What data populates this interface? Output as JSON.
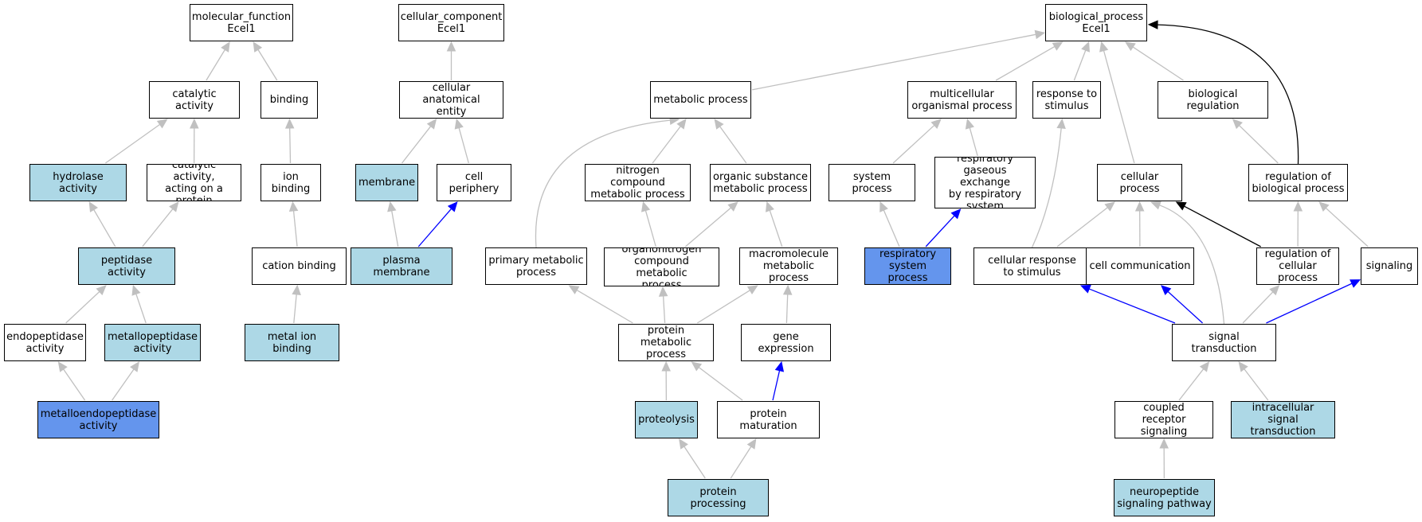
{
  "colors": {
    "node_default": "#ffffff",
    "node_light": "#add8e6",
    "node_dark": "#6495ed",
    "edge_gray": "#c0c0c0",
    "edge_blue": "#0000ff",
    "edge_black": "#000000"
  },
  "nodes": {
    "mf_root": {
      "label": "molecular_function\nEcel1",
      "fill": "white"
    },
    "catalytic": {
      "label": "catalytic activity",
      "fill": "white"
    },
    "binding": {
      "label": "binding",
      "fill": "white"
    },
    "hydrolase": {
      "label": "hydrolase activity",
      "fill": "light"
    },
    "cat_protein": {
      "label": "catalytic activity,\nacting on a\nprotein",
      "fill": "white"
    },
    "ion_binding": {
      "label": "ion binding",
      "fill": "white"
    },
    "peptidase": {
      "label": "peptidase activity",
      "fill": "light"
    },
    "cation_binding": {
      "label": "cation binding",
      "fill": "white"
    },
    "endopeptidase": {
      "label": "endopeptidase\nactivity",
      "fill": "white"
    },
    "metallopeptidase": {
      "label": "metallopeptidase\nactivity",
      "fill": "light"
    },
    "metal_ion": {
      "label": "metal ion binding",
      "fill": "light"
    },
    "metalloendo": {
      "label": "metalloendopeptidase\nactivity",
      "fill": "dark"
    },
    "cc_root": {
      "label": "cellular_component\nEcel1",
      "fill": "white"
    },
    "cae": {
      "label": "cellular anatomical\nentity",
      "fill": "white"
    },
    "membrane": {
      "label": "membrane",
      "fill": "light"
    },
    "periphery": {
      "label": "cell periphery",
      "fill": "white"
    },
    "plasma": {
      "label": "plasma membrane",
      "fill": "light"
    },
    "bp_root": {
      "label": "biological_process\nEcel1",
      "fill": "white"
    },
    "metabolic": {
      "label": "metabolic process",
      "fill": "white"
    },
    "multicell": {
      "label": "multicellular\norganismal process",
      "fill": "white"
    },
    "resp_stim": {
      "label": "response to\nstimulus",
      "fill": "white"
    },
    "bio_reg": {
      "label": "biological regulation",
      "fill": "white"
    },
    "nitrogen": {
      "label": "nitrogen compound\nmetabolic process",
      "fill": "white"
    },
    "organic": {
      "label": "organic substance\nmetabolic process",
      "fill": "white"
    },
    "system": {
      "label": "system process",
      "fill": "white"
    },
    "gas_exch": {
      "label": "respiratory\ngaseous exchange\nby respiratory\nsystem",
      "fill": "white"
    },
    "cellular": {
      "label": "cellular process",
      "fill": "white"
    },
    "reg_bio": {
      "label": "regulation of\nbiological process",
      "fill": "white"
    },
    "primary": {
      "label": "primary metabolic\nprocess",
      "fill": "white"
    },
    "organonitrogen": {
      "label": "organonitrogen\ncompound metabolic\nprocess",
      "fill": "white"
    },
    "macro": {
      "label": "macromolecule\nmetabolic process",
      "fill": "white"
    },
    "resp_sys": {
      "label": "respiratory\nsystem process",
      "fill": "dark"
    },
    "cell_resp": {
      "label": "cellular response\nto stimulus",
      "fill": "white"
    },
    "cell_comm": {
      "label": "cell communication",
      "fill": "white"
    },
    "reg_cell": {
      "label": "regulation of\ncellular process",
      "fill": "white"
    },
    "signaling": {
      "label": "signaling",
      "fill": "white"
    },
    "prot_met": {
      "label": "protein metabolic\nprocess",
      "fill": "white"
    },
    "gene_exp": {
      "label": "gene expression",
      "fill": "white"
    },
    "sig_trans": {
      "label": "signal transduction",
      "fill": "white"
    },
    "proteolysis": {
      "label": "proteolysis",
      "fill": "light"
    },
    "prot_mat": {
      "label": "protein maturation",
      "fill": "white"
    },
    "gpcr": {
      "label": "G protein-coupled\nreceptor signaling\npathway",
      "fill": "white"
    },
    "intracell": {
      "label": "intracellular\nsignal transduction",
      "fill": "light"
    },
    "prot_proc": {
      "label": "protein processing",
      "fill": "light"
    },
    "neuropep": {
      "label": "neuropeptide\nsignaling pathway",
      "fill": "light"
    }
  },
  "edges": [
    {
      "from": "catalytic",
      "to": "mf_root",
      "color": "gray"
    },
    {
      "from": "binding",
      "to": "mf_root",
      "color": "gray"
    },
    {
      "from": "hydrolase",
      "to": "catalytic",
      "color": "gray"
    },
    {
      "from": "cat_protein",
      "to": "catalytic",
      "color": "gray"
    },
    {
      "from": "ion_binding",
      "to": "binding",
      "color": "gray"
    },
    {
      "from": "peptidase",
      "to": "hydrolase",
      "color": "gray"
    },
    {
      "from": "peptidase",
      "to": "cat_protein",
      "color": "gray"
    },
    {
      "from": "cation_binding",
      "to": "ion_binding",
      "color": "gray"
    },
    {
      "from": "endopeptidase",
      "to": "peptidase",
      "color": "gray"
    },
    {
      "from": "metallopeptidase",
      "to": "peptidase",
      "color": "gray"
    },
    {
      "from": "metal_ion",
      "to": "cation_binding",
      "color": "gray"
    },
    {
      "from": "metalloendo",
      "to": "endopeptidase",
      "color": "gray"
    },
    {
      "from": "metalloendo",
      "to": "metallopeptidase",
      "color": "gray"
    },
    {
      "from": "cae",
      "to": "cc_root",
      "color": "gray"
    },
    {
      "from": "membrane",
      "to": "cae",
      "color": "gray"
    },
    {
      "from": "periphery",
      "to": "cae",
      "color": "gray"
    },
    {
      "from": "plasma",
      "to": "membrane",
      "color": "gray"
    },
    {
      "from": "plasma",
      "to": "periphery",
      "color": "blue"
    },
    {
      "from": "metabolic",
      "to": "bp_root",
      "color": "gray"
    },
    {
      "from": "multicell",
      "to": "bp_root",
      "color": "gray"
    },
    {
      "from": "resp_stim",
      "to": "bp_root",
      "color": "gray"
    },
    {
      "from": "bio_reg",
      "to": "bp_root",
      "color": "gray"
    },
    {
      "from": "cellular",
      "to": "bp_root",
      "color": "gray"
    },
    {
      "from": "reg_bio",
      "to": "bp_root",
      "color": "black",
      "curve": true
    },
    {
      "from": "nitrogen",
      "to": "metabolic",
      "color": "gray"
    },
    {
      "from": "organic",
      "to": "metabolic",
      "color": "gray"
    },
    {
      "from": "primary",
      "to": "metabolic",
      "color": "gray",
      "curve": true
    },
    {
      "from": "system",
      "to": "multicell",
      "color": "gray"
    },
    {
      "from": "gas_exch",
      "to": "multicell",
      "color": "gray"
    },
    {
      "from": "reg_bio",
      "to": "bio_reg",
      "color": "gray"
    },
    {
      "from": "organonitrogen",
      "to": "nitrogen",
      "color": "gray"
    },
    {
      "from": "organonitrogen",
      "to": "organic",
      "color": "gray"
    },
    {
      "from": "macro",
      "to": "organic",
      "color": "gray"
    },
    {
      "from": "resp_sys",
      "to": "system",
      "color": "gray"
    },
    {
      "from": "resp_sys",
      "to": "gas_exch",
      "color": "blue"
    },
    {
      "from": "cell_resp",
      "to": "resp_stim",
      "color": "gray",
      "curve": true
    },
    {
      "from": "cell_resp",
      "to": "cellular",
      "color": "gray"
    },
    {
      "from": "cell_comm",
      "to": "cellular",
      "color": "gray"
    },
    {
      "from": "reg_cell",
      "to": "cellular",
      "color": "black"
    },
    {
      "from": "reg_cell",
      "to": "reg_bio",
      "color": "gray"
    },
    {
      "from": "signaling",
      "to": "reg_bio",
      "color": "gray"
    },
    {
      "from": "prot_met",
      "to": "primary",
      "color": "gray"
    },
    {
      "from": "prot_met",
      "to": "organonitrogen",
      "color": "gray"
    },
    {
      "from": "prot_met",
      "to": "macro",
      "color": "gray"
    },
    {
      "from": "gene_exp",
      "to": "macro",
      "color": "gray"
    },
    {
      "from": "sig_trans",
      "to": "cell_resp",
      "color": "blue"
    },
    {
      "from": "sig_trans",
      "to": "cell_comm",
      "color": "blue"
    },
    {
      "from": "sig_trans",
      "to": "reg_cell",
      "color": "gray"
    },
    {
      "from": "sig_trans",
      "to": "signaling",
      "color": "blue"
    },
    {
      "from": "sig_trans",
      "to": "cellular",
      "color": "gray",
      "curve": true
    },
    {
      "from": "proteolysis",
      "to": "prot_met",
      "color": "gray"
    },
    {
      "from": "prot_mat",
      "to": "prot_met",
      "color": "gray"
    },
    {
      "from": "prot_mat",
      "to": "gene_exp",
      "color": "blue"
    },
    {
      "from": "gpcr",
      "to": "sig_trans",
      "color": "gray"
    },
    {
      "from": "intracell",
      "to": "sig_trans",
      "color": "gray"
    },
    {
      "from": "prot_proc",
      "to": "proteolysis",
      "color": "gray"
    },
    {
      "from": "prot_proc",
      "to": "prot_mat",
      "color": "gray"
    },
    {
      "from": "neuropep",
      "to": "gpcr",
      "color": "gray"
    }
  ]
}
